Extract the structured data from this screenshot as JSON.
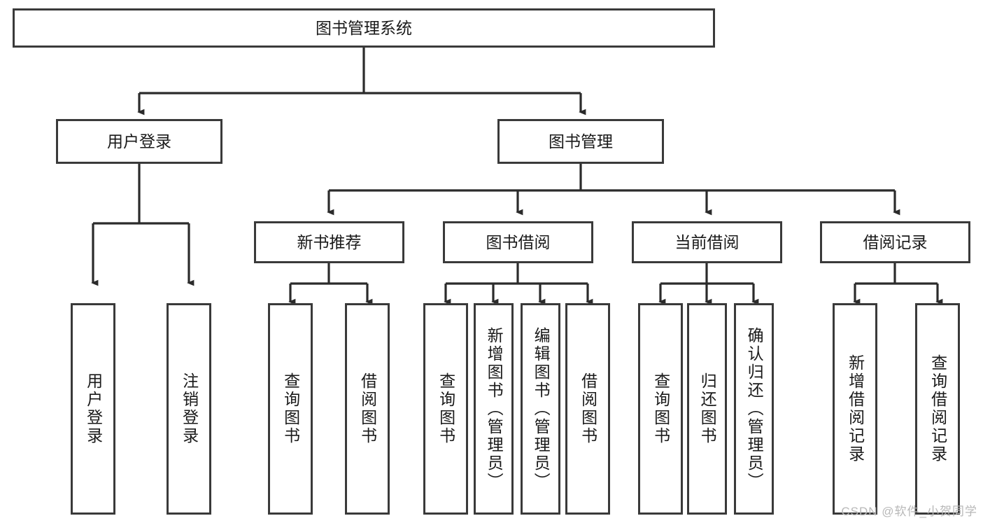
{
  "diagram": {
    "type": "tree",
    "title": "图书管理系统",
    "watermark": "CSDN @软件_小贺同学",
    "colors": {
      "box_border": "#3a3a3a",
      "box_fill": "#ffffff",
      "connector": "#2b2b2b",
      "text": "#1a1a1a",
      "watermark": "#b8b8b8"
    },
    "nodes": {
      "root": {
        "label": "图书管理系统"
      },
      "level2": [
        {
          "id": "user-login",
          "label": "用户登录"
        },
        {
          "id": "book-management",
          "label": "图书管理"
        }
      ],
      "level3": [
        {
          "id": "new-book-recommend",
          "label": "新书推荐"
        },
        {
          "id": "book-borrow",
          "label": "图书借阅"
        },
        {
          "id": "current-borrow",
          "label": "当前借阅"
        },
        {
          "id": "borrow-record",
          "label": "借阅记录"
        }
      ],
      "leaves": {
        "user-login": [
          {
            "id": "leaf-user-login",
            "label": "用户登录"
          },
          {
            "id": "leaf-logout",
            "label": "注销登录"
          }
        ],
        "new-book-recommend": [
          {
            "id": "leaf-query-book-1",
            "label": "查询图书"
          },
          {
            "id": "leaf-borrow-book-1",
            "label": "借阅图书"
          }
        ],
        "book-borrow": [
          {
            "id": "leaf-query-book-2",
            "label": "查询图书"
          },
          {
            "id": "leaf-add-book",
            "label": "新增图书（管理员）"
          },
          {
            "id": "leaf-edit-book",
            "label": "编辑图书（管理员）"
          },
          {
            "id": "leaf-borrow-book-2",
            "label": "借阅图书"
          }
        ],
        "current-borrow": [
          {
            "id": "leaf-query-book-3",
            "label": "查询图书"
          },
          {
            "id": "leaf-return-book",
            "label": "归还图书"
          },
          {
            "id": "leaf-confirm-return",
            "label": "确认归还（管理员）"
          }
        ],
        "borrow-record": [
          {
            "id": "leaf-add-record",
            "label": "新增借阅记录"
          },
          {
            "id": "leaf-query-record",
            "label": "查询借阅记录"
          }
        ]
      }
    }
  }
}
